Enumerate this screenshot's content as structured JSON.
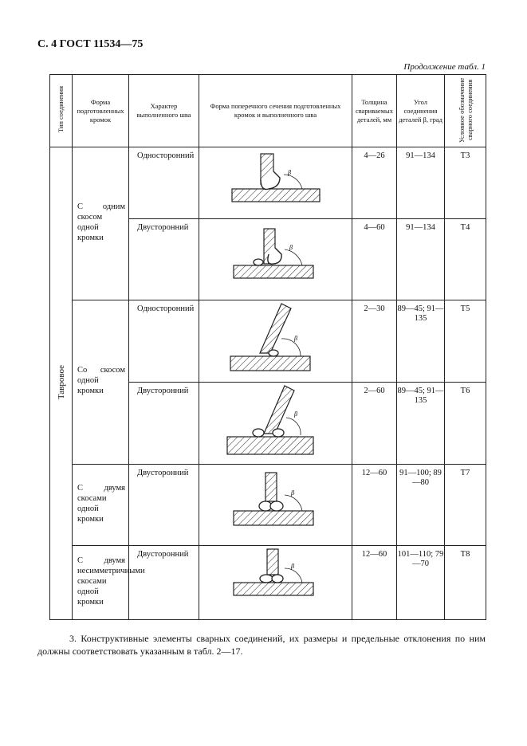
{
  "header": "С. 4 ГОСТ 11534—75",
  "continuation": "Продолжение табл. 1",
  "columns": {
    "joint_type": "Тип соединения",
    "edge_shape": "Форма подготовленных кромок",
    "weld_character": "Характер выполненного шва",
    "cross_section": "Форма поперечного сечения подготовленных кромок и выполненного шва",
    "thickness": "Толщина свариваемых деталей, мм",
    "angle": "Угол соединения деталей β, град",
    "designation": "Условное обозначение сварного соединения"
  },
  "joint_type_value": "Тавровое",
  "groups": [
    {
      "shape": "С одним скосом одной кромки"
    },
    {
      "shape": "Со скосом одной кромки"
    },
    {
      "shape": "С двумя скосами одной кромки"
    },
    {
      "shape": "С двумя несимметричными скосами одной кромки"
    }
  ],
  "rows": [
    {
      "character": "Односторонний",
      "thickness": "4—26",
      "angle": "91—134",
      "designation": "Т3"
    },
    {
      "character": "Двусторонний",
      "thickness": "4—60",
      "angle": "91—134",
      "designation": "Т4"
    },
    {
      "character": "Односторонний",
      "thickness": "2—30",
      "angle": "89—45; 91—135",
      "designation": "Т5"
    },
    {
      "character": "Двусторонний",
      "thickness": "2—60",
      "angle": "89—45; 91—135",
      "designation": "Т6"
    },
    {
      "character": "Двусторонний",
      "thickness": "12—60",
      "angle": "91—100; 89—80",
      "designation": "Т7"
    },
    {
      "character": "Двусторонний",
      "thickness": "12—60",
      "angle": "101—110; 79—70",
      "designation": "Т8"
    }
  ],
  "beta": "β",
  "note": "3. Конструктивные элементы сварных соединений, их размеры и предельные отклонения по ним должны соответствовать указанным в табл. 2—17."
}
